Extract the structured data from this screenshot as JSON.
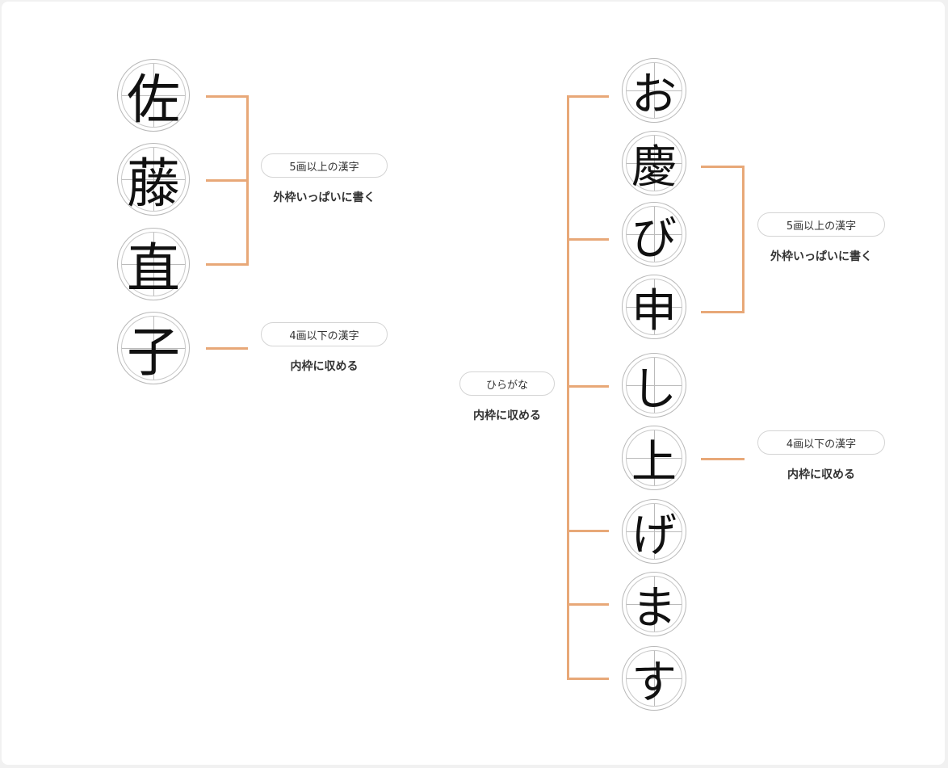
{
  "colors": {
    "bracket": "#e8a878"
  },
  "left_name": {
    "chars": [
      "佐",
      "藤",
      "直",
      "子"
    ],
    "group_large": {
      "badge": "5画以上の漢字",
      "note": "外枠いっぱいに書く"
    },
    "group_small": {
      "badge": "4画以下の漢字",
      "note": "内枠に収める"
    }
  },
  "right_phrase": {
    "chars": [
      "お",
      "慶",
      "び",
      "申",
      "し",
      "上",
      "げ",
      "ま",
      "す"
    ],
    "hiragana": {
      "badge": "ひらがな",
      "note": "内枠に収める"
    },
    "group_large": {
      "badge": "5画以上の漢字",
      "note": "外枠いっぱいに書く"
    },
    "group_small": {
      "badge": "4画以下の漢字",
      "note": "内枠に収める"
    }
  }
}
